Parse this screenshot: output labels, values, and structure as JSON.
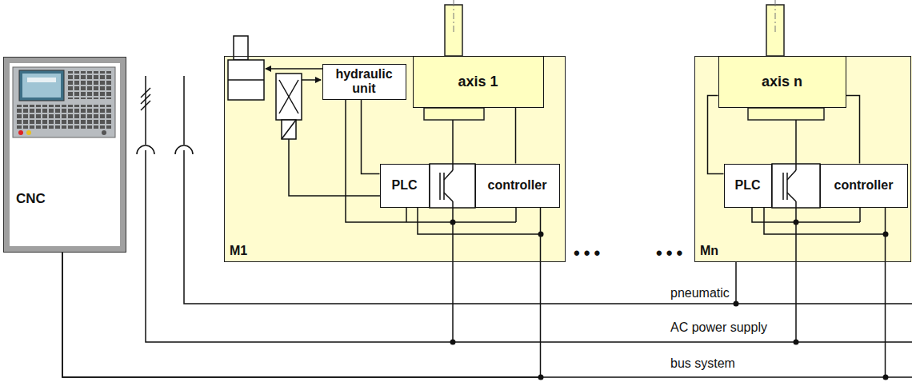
{
  "diagram": {
    "nodes": [
      {
        "text": [
          "CNC"
        ]
      },
      {
        "text": [
          "M1"
        ]
      },
      {
        "text": [
          "hydraulic unit"
        ],
        "in": 1
      },
      {
        "text": [
          "axis 1"
        ],
        "in": 1
      },
      {
        "text": [
          "PLC"
        ],
        "in": 1
      },
      {
        "text": [
          "controller"
        ],
        "in": 1
      },
      {
        "text": [
          "Mn"
        ]
      },
      {
        "text": [
          "axis n"
        ],
        "in": 6
      },
      {
        "text": [
          "PLC"
        ],
        "in": 6
      },
      {
        "text": [
          "controller"
        ],
        "in": 6
      }
    ],
    "edges": [
      {
        "from": 2,
        "to": 4,
        "arrow": "none"
      },
      {
        "from": 3,
        "to": 5,
        "arrow": "none"
      },
      {
        "from": 7,
        "to": 8,
        "arrow": "none"
      },
      {
        "from": 7,
        "to": 9,
        "arrow": "none"
      },
      {
        "from": 0,
        "to": 5,
        "arrow": "none"
      },
      {
        "from": 0,
        "to": 9,
        "arrow": "none"
      }
    ],
    "labels": [
      "•••",
      "•••",
      "pneumatic",
      "AC power supply",
      "bus system"
    ]
  }
}
